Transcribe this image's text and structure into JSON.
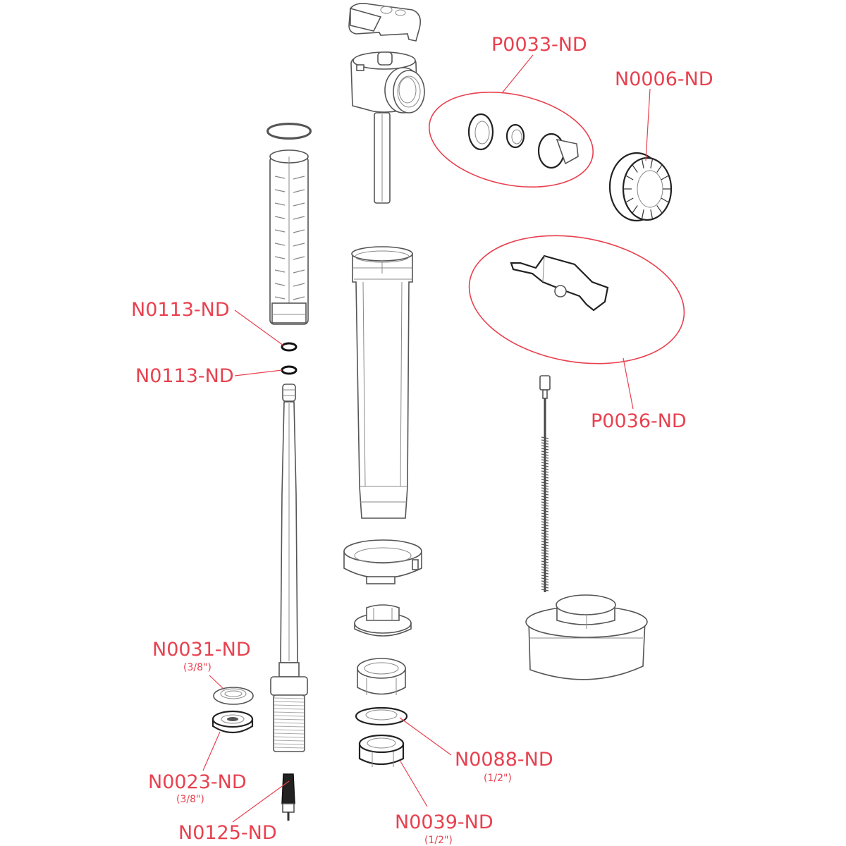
{
  "diagram": {
    "type": "exploded-parts-view",
    "accent_color": "#e8414f",
    "line_color": "#555555",
    "callouts": [
      {
        "id": "p0033",
        "code": "P0033-ND",
        "size": "",
        "group": true
      },
      {
        "id": "n0006",
        "code": "N0006-ND",
        "size": ""
      },
      {
        "id": "p0036",
        "code": "P0036-ND",
        "size": "",
        "group": true
      },
      {
        "id": "n0113a",
        "code": "N0113-ND",
        "size": ""
      },
      {
        "id": "n0113b",
        "code": "N0113-ND",
        "size": ""
      },
      {
        "id": "n0031",
        "code": "N0031-ND",
        "size": "(3/8\")"
      },
      {
        "id": "n0023",
        "code": "N0023-ND",
        "size": "(3/8\")"
      },
      {
        "id": "n0125",
        "code": "N0125-ND",
        "size": ""
      },
      {
        "id": "n0088",
        "code": "N0088-ND",
        "size": "(1/2\")"
      },
      {
        "id": "n0039",
        "code": "N0039-ND",
        "size": "(1/2\")"
      }
    ]
  }
}
